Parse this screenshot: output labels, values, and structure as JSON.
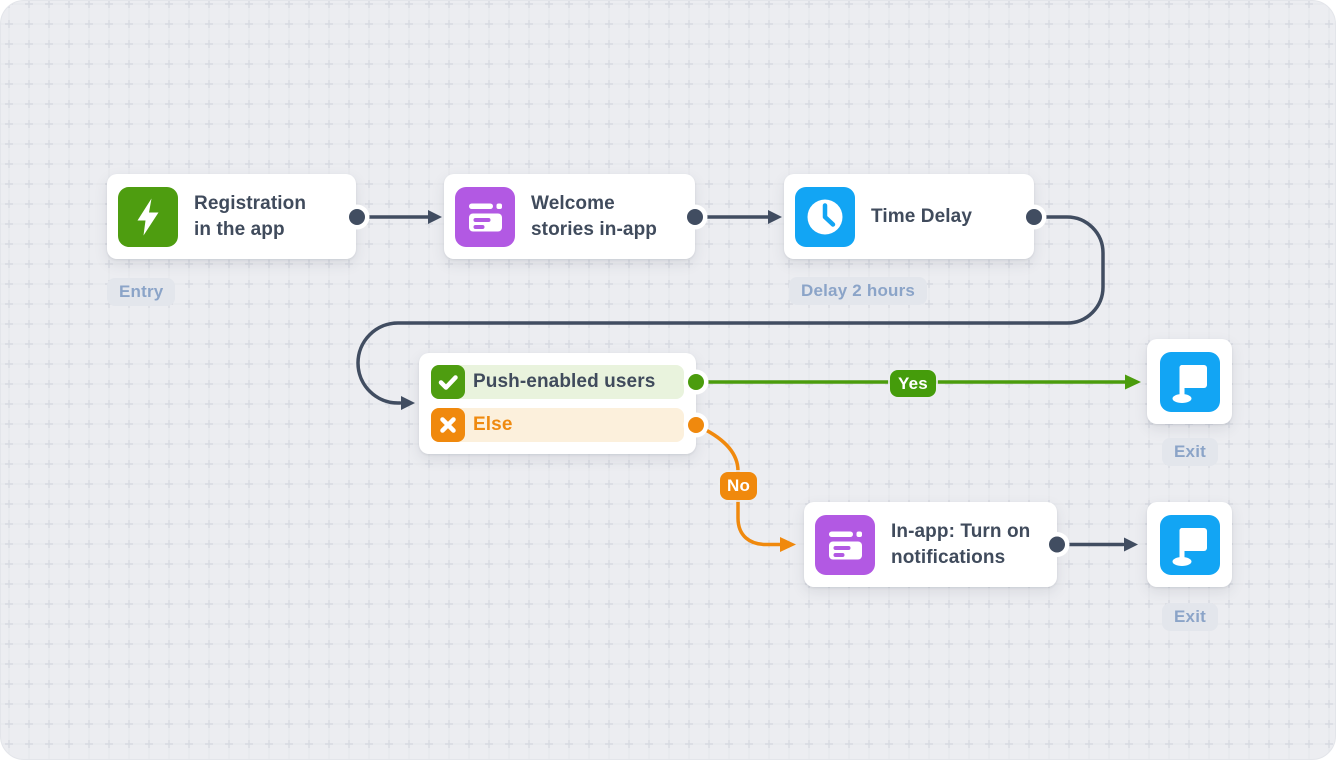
{
  "canvas": {
    "background": "#ecedf1",
    "grid_line_color": "#e4e6ea",
    "grid_cross_color": "#d7dae1"
  },
  "nodes": {
    "registration": {
      "title": "Registration in the app",
      "icon": "lightning-icon",
      "color": "#4e9d10",
      "tag": "Entry"
    },
    "welcome": {
      "title": "Welcome stories in-app",
      "icon": "in-app-message-icon",
      "color": "#b259e3"
    },
    "time_delay": {
      "title": "Time Delay",
      "icon": "clock-icon",
      "color": "#12a5f4",
      "tag": "Delay 2 hours"
    },
    "condition": {
      "branches": [
        {
          "label": "Push-enabled users",
          "icon": "check-icon",
          "color": "#4e9d10"
        },
        {
          "label": "Else",
          "icon": "cross-icon",
          "color": "#f0890d"
        }
      ]
    },
    "inapp_notifications": {
      "title": "In-app: Turn on notifications",
      "icon": "in-app-message-icon",
      "color": "#b259e3"
    },
    "exit_top": {
      "tag": "Exit",
      "icon": "flag-icon",
      "color": "#12a5f4"
    },
    "exit_bottom": {
      "tag": "Exit",
      "icon": "flag-icon",
      "color": "#12a5f4"
    }
  },
  "edges": {
    "yes_label": "Yes",
    "no_label": "No",
    "yes_color": "#4b9c0d",
    "no_color": "#f0890d",
    "default_color": "#414d61"
  }
}
